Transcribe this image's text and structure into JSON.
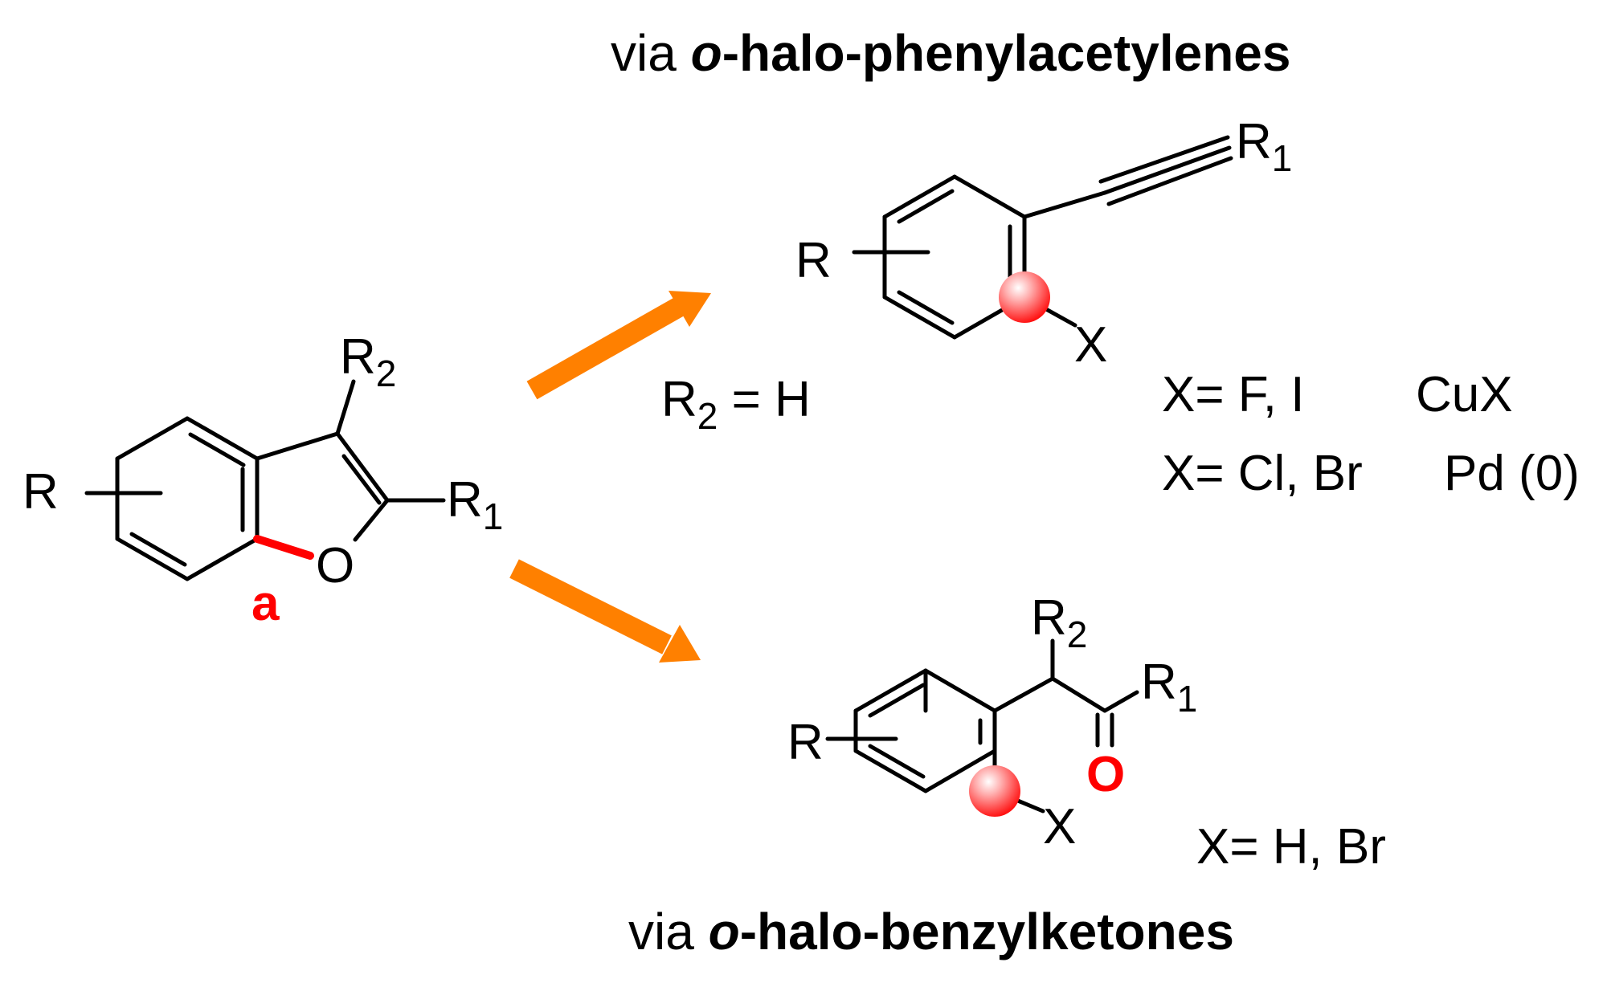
{
  "headings": {
    "top": {
      "prefix": "via ",
      "italic": "o",
      "rest": "-halo-phenylacetylenes"
    },
    "bottom": {
      "prefix": "via ",
      "italic": "o",
      "rest": "-halo-benzylketones"
    }
  },
  "benzofuran": {
    "r": "R",
    "r1_main": "R",
    "r1_sub": "1",
    "r2_main": "R",
    "r2_sub": "2",
    "oxygen": "O",
    "bond_label": "a"
  },
  "upper_route": {
    "condition_main": "R",
    "condition_sub": "2",
    "condition_rest": " = H",
    "r": "R",
    "r1_main": "R",
    "r1_sub": "1",
    "x": "X",
    "line1_x": "X= F, I",
    "line1_cat": "CuX",
    "line2_x": "X= Cl, Br",
    "line2_cat": "Pd (0)"
  },
  "lower_route": {
    "r": "R",
    "r1_main": "R",
    "r1_sub": "1",
    "r2_main": "R",
    "r2_sub": "2",
    "oxygen": "O",
    "x": "X",
    "x_values": "X= H, Br"
  },
  "colors": {
    "arrow": "#ff8000",
    "highlight": "#ff0000",
    "bond": "#000000"
  }
}
